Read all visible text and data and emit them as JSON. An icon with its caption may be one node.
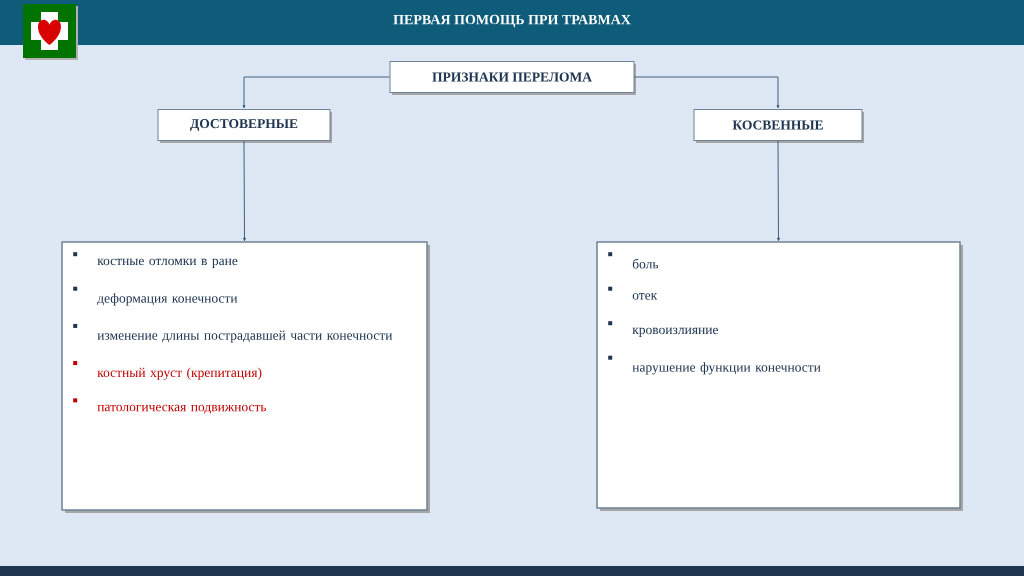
{
  "diagram": {
    "title": "ПЕРВАЯ ПОМОЩЬ ПРИ ТРАВМАХ",
    "nodes": [
      {
        "text": [
          "ПРИЗНАКИ ПЕРЕЛОМА"
        ]
      },
      {
        "text": [
          "ДОСТОВЕРНЫЕ"
        ]
      },
      {
        "text": [
          "КОСВЕННЫЕ"
        ]
      },
      {
        "text": [
          "костные отломки в ране",
          "деформация конечности",
          "изменение длины пострадавшей части конечности",
          "костный хруст (крепитация)",
          "патологическая подвижность"
        ]
      },
      {
        "text": [
          "боль",
          "отек",
          "кровоизлияние",
          "нарушение функции конечности"
        ]
      }
    ],
    "edges": [
      {
        "from": 0,
        "to": 1,
        "arrow": "to"
      },
      {
        "from": 0,
        "to": 2,
        "arrow": "to"
      },
      {
        "from": 1,
        "to": 3,
        "arrow": "to"
      },
      {
        "from": 2,
        "to": 4,
        "arrow": "to"
      }
    ]
  }
}
